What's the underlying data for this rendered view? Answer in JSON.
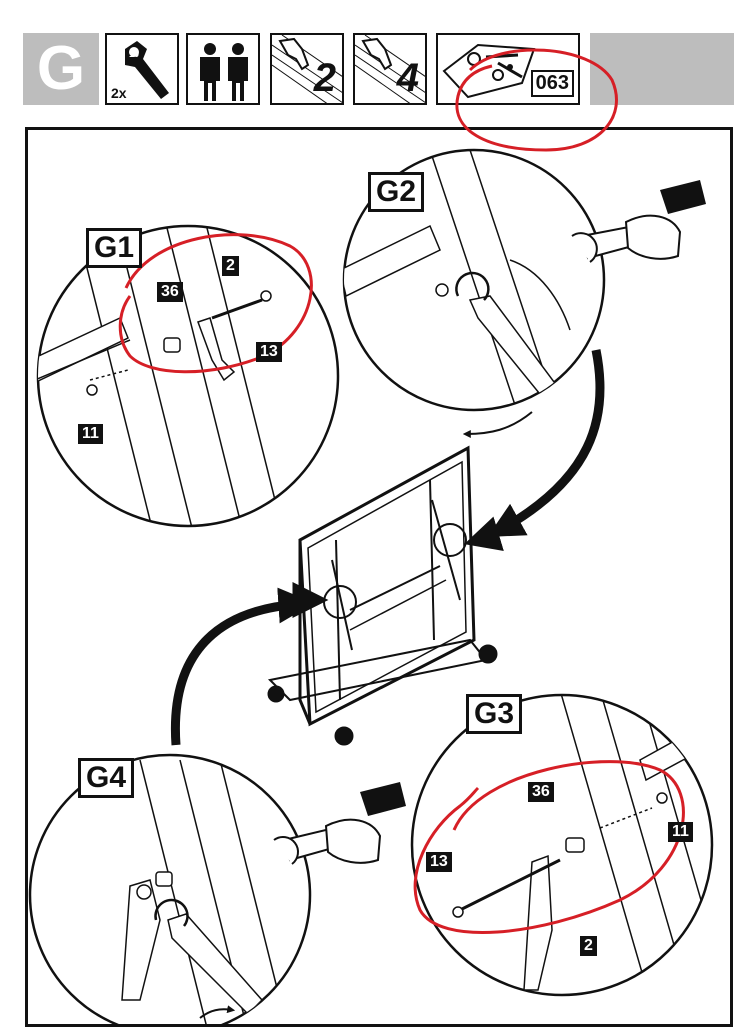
{
  "header": {
    "step_letter": "G",
    "tool_quantity": "2x",
    "step_two": "2",
    "step_four": "4",
    "hardware_bag": "063",
    "icons": [
      "wrench-10-icon",
      "two-people-icon",
      "hand-pointing-icon",
      "hand-pointing-icon",
      "hardware-bag-icon"
    ]
  },
  "callouts": {
    "g1": "G1",
    "g2": "G2",
    "g3": "G3",
    "g4": "G4"
  },
  "parts": {
    "g1_washer": "36",
    "g1_bracket": "2",
    "g1_bolt": "13",
    "g1_nut": "11",
    "g3_washer": "36",
    "g3_nut": "11",
    "g3_bolt": "13",
    "g3_bracket": "2"
  },
  "annotation_color": "#d61f26"
}
